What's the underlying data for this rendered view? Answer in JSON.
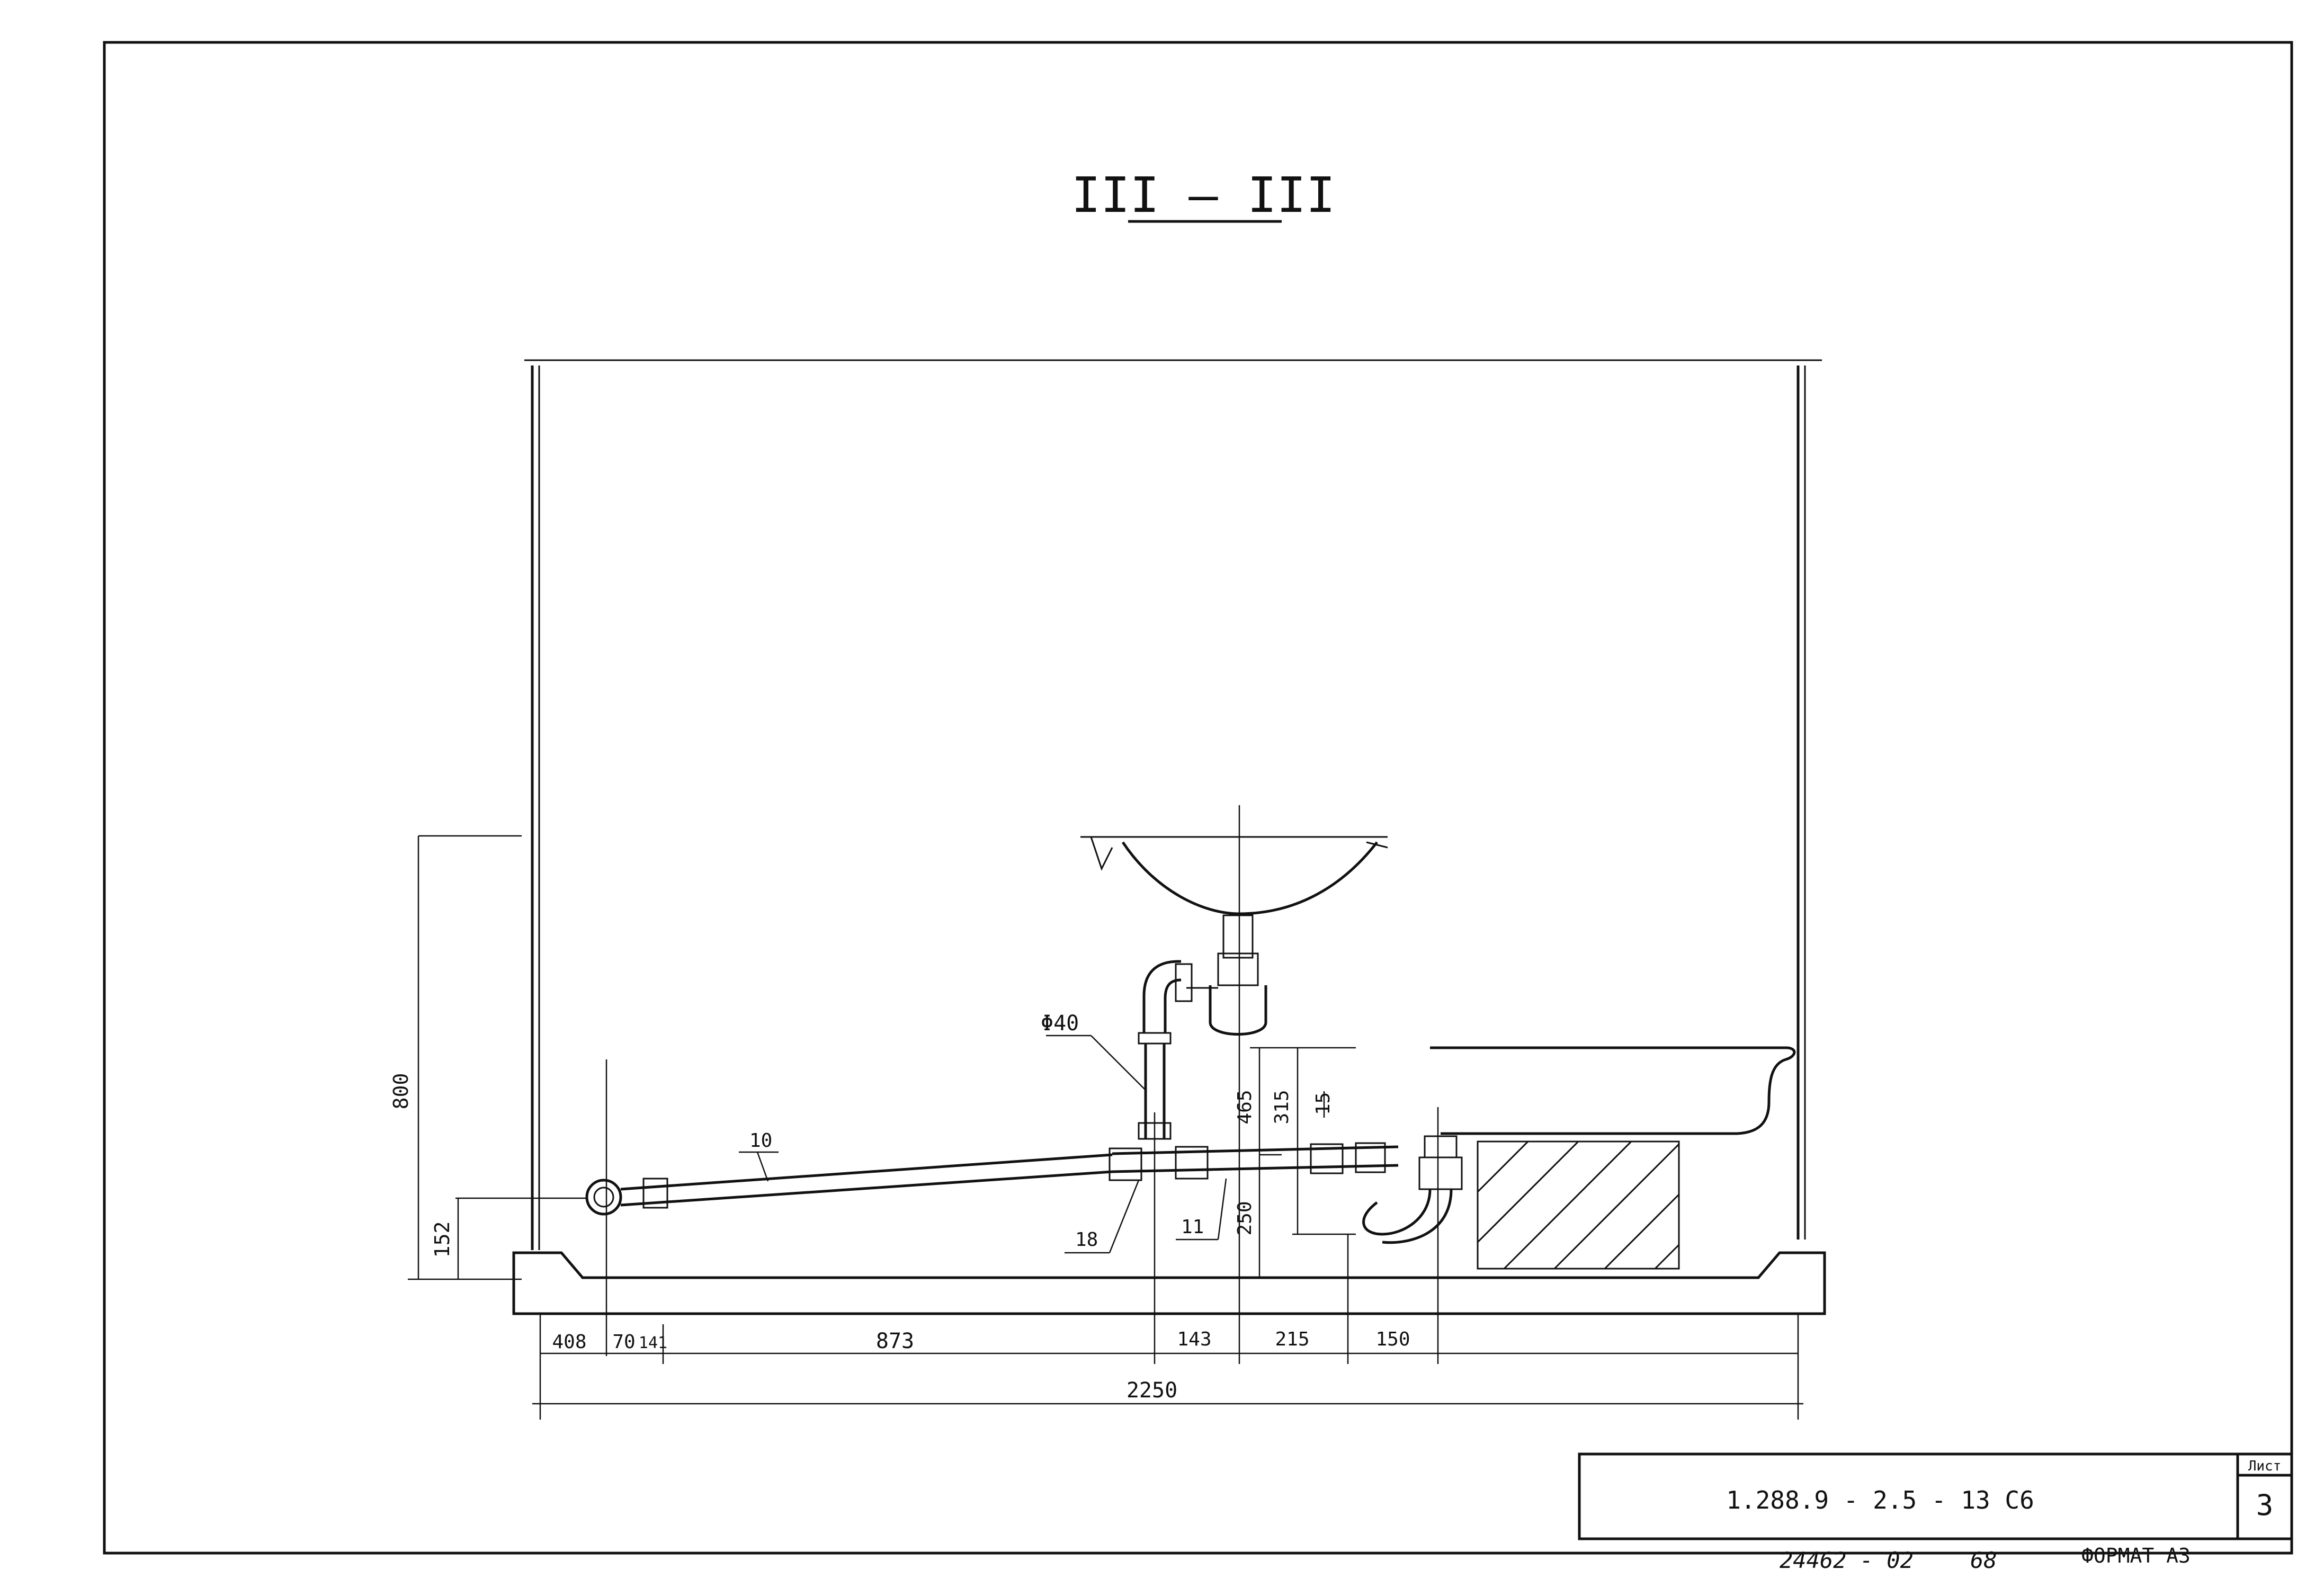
{
  "section_title": "III – III",
  "dimensions": {
    "bottom_segments": [
      "408",
      "70",
      "141",
      "873",
      "143",
      "215",
      "150"
    ],
    "overall": "2250",
    "height_800": "800",
    "height_152": "152",
    "height_465": "465",
    "height_315": "315",
    "height_250": "250"
  },
  "labels": {
    "pipe_diameter": "Φ40",
    "item_10": "10",
    "item_11": "11",
    "item_15": "15",
    "item_18": "18"
  },
  "title_block": {
    "code": "1.288.9 - 2.5 - 13  С6",
    "sheet_label": "Лист",
    "sheet_number": "3"
  },
  "footer": {
    "handwritten_ref": "24462 - 02",
    "handwritten_num": "68",
    "format_label": "ФОРМАТ А3"
  }
}
